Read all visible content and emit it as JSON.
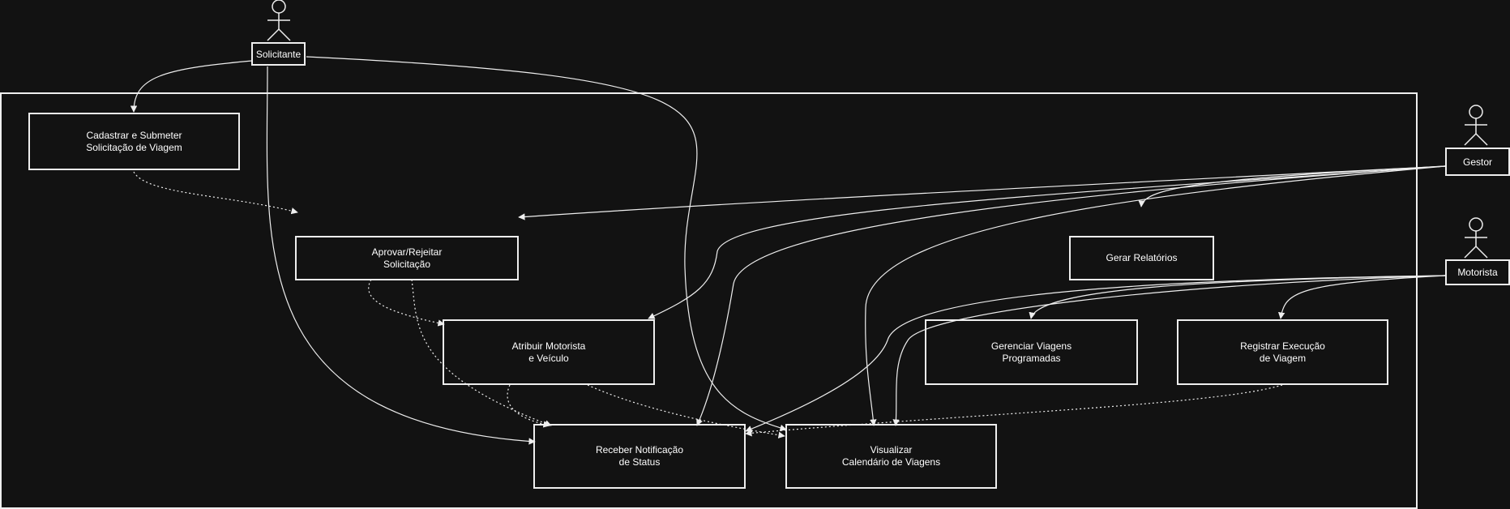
{
  "actors": {
    "solicitante": "Solicitante",
    "gestor": "Gestor",
    "motorista": "Motorista"
  },
  "use_cases": {
    "cadastrar": "Cadastrar e Submeter\nSolicitação de Viagem",
    "aprovar": "Aprovar/Rejeitar\nSolicitação",
    "atribuir": "Atribuir Motorista\ne Veículo",
    "receber": "Receber Notificação\nde Status",
    "visualizar": "Visualizar\nCalendário de Viagens",
    "gerar": "Gerar Relatórios",
    "gerenciar": "Gerenciar Viagens\nProgramadas",
    "registrar": "Registrar Execução\nde Viagem"
  },
  "colors": {
    "background": "#121212",
    "stroke": "#eeeeee"
  }
}
